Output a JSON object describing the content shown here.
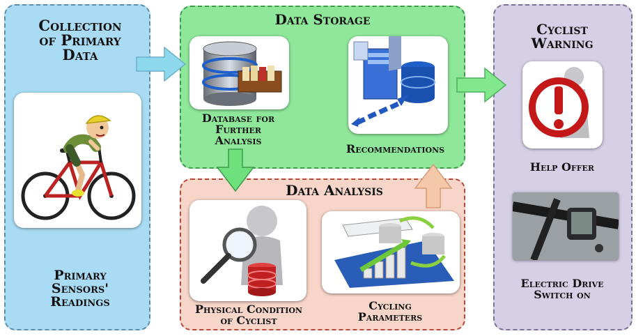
{
  "collection": {
    "title": "Collection\nof Primary\nData",
    "readings": "Primary\nSensors'\nReadings"
  },
  "storage": {
    "title": "Data Storage",
    "database": "Database for\nFurther\nAnalysis",
    "recommendations": "Recommendations"
  },
  "analysis": {
    "title": "Data Analysis",
    "physical": "Physical Condition\nof Cyclist",
    "cycling": "Cycling\nParameters"
  },
  "warning": {
    "title": "Cyclist\nWarning",
    "help": "Help Offer",
    "drive": "Electric Drive\nSwitch on"
  },
  "colors": {
    "collection_bg": "#a9dcf4",
    "storage_bg": "#8fe79a",
    "analysis_bg": "#f7d5c8",
    "warning_bg": "#d6d0e6"
  }
}
